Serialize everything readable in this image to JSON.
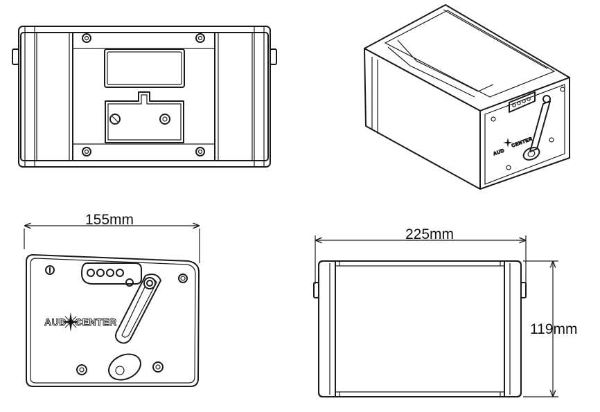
{
  "dimensions": {
    "depth_label": "155mm",
    "width_label": "225mm",
    "height_label": "119mm"
  },
  "logo": {
    "left": "AUD",
    "right": "CENTER"
  }
}
